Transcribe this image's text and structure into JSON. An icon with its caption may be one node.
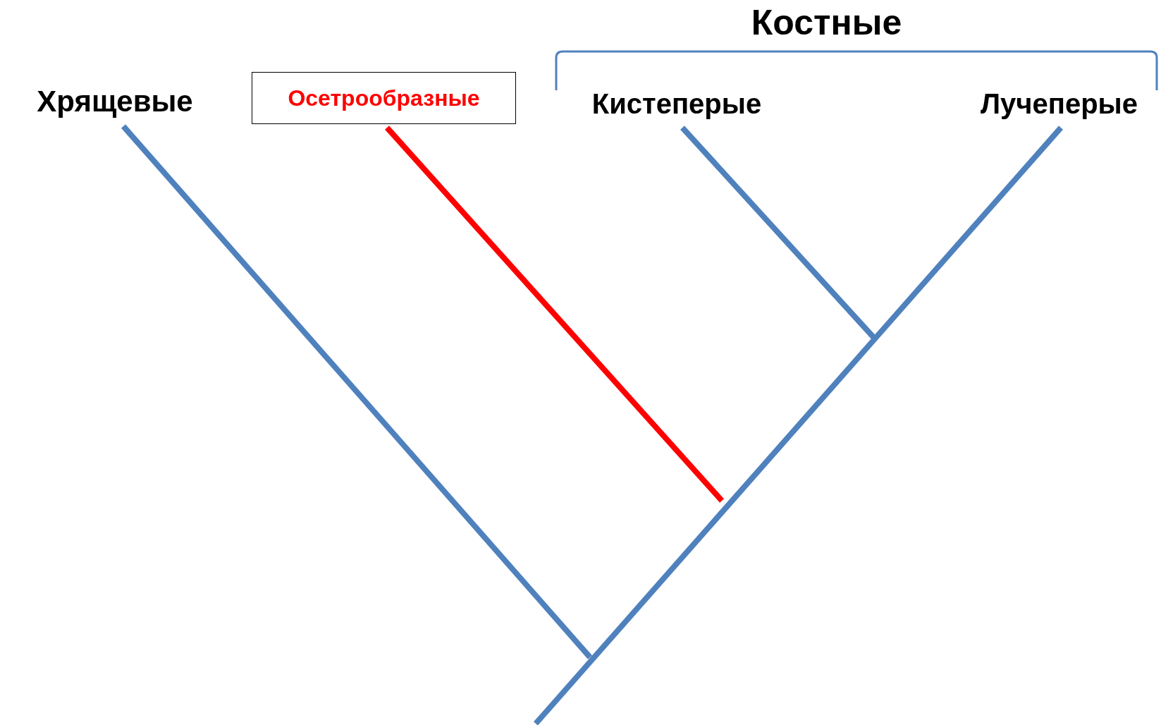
{
  "diagram": {
    "nodes": [
      {
        "text": [
          "Хрящевые"
        ]
      },
      {
        "text": [
          "Осетрообразные"
        ]
      },
      {
        "text": [
          "Кистеперые"
        ]
      },
      {
        "text": [
          "Лучеперые"
        ]
      }
    ],
    "edges": [
      {
        "from": 0,
        "to": null,
        "arrow": "none"
      },
      {
        "from": 1,
        "to": null,
        "arrow": "none",
        "color": "#ff0000"
      },
      {
        "from": 2,
        "to": null,
        "arrow": "none"
      },
      {
        "from": 3,
        "to": null,
        "arrow": "none"
      }
    ],
    "labels": [
      "Костные"
    ]
  }
}
